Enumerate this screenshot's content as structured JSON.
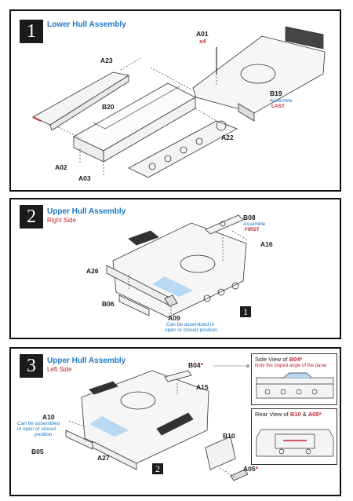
{
  "steps": [
    {
      "number": "1",
      "title": "Lower Hull Assembly",
      "labels": {
        "a23": "A23",
        "a01": "A01",
        "a01_qty": "x4",
        "b20": "B20",
        "b19": "B19",
        "b19_note1": "Assemble",
        "b19_note2": "LAST",
        "a22": "A22",
        "a02": "A02",
        "a03": "A03"
      }
    },
    {
      "number": "2",
      "title": "Upper Hull Assembly",
      "subtitle": "Right Side",
      "labels": {
        "b08": "B08",
        "b08_note1": "Assemble",
        "b08_note2": "FIRST",
        "a16": "A16",
        "a26": "A26",
        "b06": "B06",
        "a09": "A09",
        "a09_note1": "Can be assembled in",
        "a09_note2": "open or closed position"
      },
      "ref_step": "1"
    },
    {
      "number": "3",
      "title": "Upper Hull Assembly",
      "subtitle": "Left Side",
      "labels": {
        "b04": "B04",
        "b04_mark": "*",
        "a15": "A15",
        "a10": "A10",
        "a10_note1": "Can be assembled",
        "a10_note2": "in open or closed",
        "a10_note3": "position",
        "b05": "B05",
        "a27": "A27",
        "b10": "B10",
        "a05": "A05",
        "a05_mark": "*"
      },
      "ref_step": "2",
      "side_view": {
        "prefix": "Side View of ",
        "part": "B04*",
        "note": "Note the sloped angle of the panel"
      },
      "rear_view": {
        "prefix": "Rear View of ",
        "part1": "B10",
        "amp": " & ",
        "part2": "A05*"
      }
    }
  ],
  "colors": {
    "title_blue": "#1e78c8",
    "accent_red": "#c0262d",
    "highlight_blue": "#b9d8f1"
  }
}
